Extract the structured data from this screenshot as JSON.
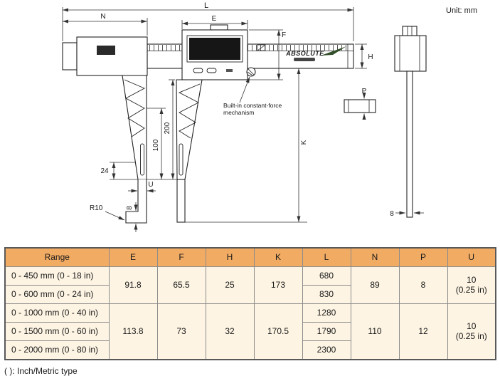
{
  "unit_label": "Unit: mm",
  "diagram": {
    "annotation": {
      "line1": "Built-in constant-force",
      "line2": "mechanism"
    },
    "brand": "ABSOLUTE",
    "dims": {
      "L": "L",
      "N": "N",
      "E": "E",
      "F": "F",
      "H": "H",
      "K": "K",
      "P": "P",
      "U": "U",
      "jaw_length": "200",
      "jaw_lower": "100",
      "tip_offset": "24",
      "tip_thickness": "8",
      "tip_radius": "R10",
      "blade_thickness": "8"
    }
  },
  "table": {
    "headers": [
      "Range",
      "E",
      "F",
      "H",
      "K",
      "L",
      "N",
      "P",
      "U"
    ],
    "groups": [
      {
        "ranges": [
          "0 - 450 mm (0 - 18 in)",
          "0 - 600 mm (0 - 24 in)"
        ],
        "e": "91.8",
        "f": "65.5",
        "h": "25",
        "k": "173",
        "l": [
          "680",
          "830"
        ],
        "n": "89",
        "p": "8",
        "u_line1": "10",
        "u_line2": "(0.25 in)"
      },
      {
        "ranges": [
          "0 - 1000 mm (0 - 40 in)",
          "0 - 1500 mm (0 - 60 in)",
          "0 - 2000 mm (0 - 80 in)"
        ],
        "e": "113.8",
        "f": "73",
        "h": "32",
        "k": "170.5",
        "l": [
          "1280",
          "1790",
          "2300"
        ],
        "n": "110",
        "p": "12",
        "u_line1": "10",
        "u_line2": "(0.25 in)"
      }
    ]
  },
  "footnote": "( ): Inch/Metric type",
  "colors": {
    "header_bg": "#f2ab63",
    "row_bg": "#fdf4e3",
    "accent_orange": "#e87722"
  }
}
